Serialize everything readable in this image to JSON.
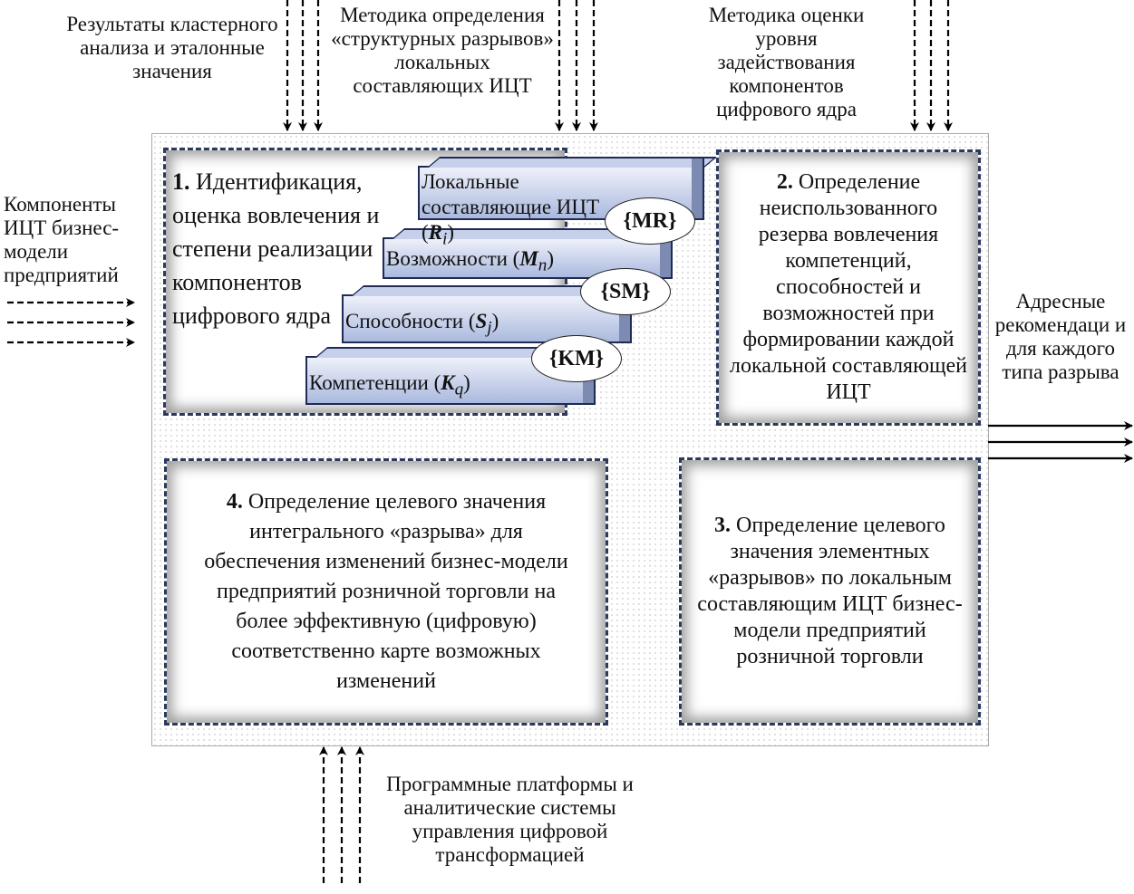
{
  "inputs_top": [
    "Результаты кластерного анализа и эталонные значения",
    "Методика определения «структурных разрывов» локальных составляющих ИЦТ",
    "Методика оценки уровня задействования компонентов цифрового ядра"
  ],
  "input_left": "Компоненты ИЦТ бизнес-модели предприятий",
  "output_right": "Адресные рекомендаци и для каждого типа разрыва",
  "input_bottom": "Программные платформы и аналитические системы управления цифровой трансформацией",
  "block1": {
    "num": "1.",
    "text": "Идентификация, оценка вовлечения и степени реализации компонентов цифрового ядра"
  },
  "stack": [
    {
      "label": "Локальные составляющие ИЦТ (",
      "sym": "R",
      "sub": "i",
      "close": ")"
    },
    {
      "label": "Возможности (",
      "sym": "M",
      "sub": "n",
      "close": ")"
    },
    {
      "label": "Способности (",
      "sym": "S",
      "sub": "j",
      "close": ")"
    },
    {
      "label": "Компетенции (",
      "sym": "K",
      "sub": "q",
      "close": ")"
    }
  ],
  "sets": [
    "{MR}",
    "{SM}",
    "{KM}"
  ],
  "block2": {
    "num": "2.",
    "text": "Определение неиспользованного резерва вовлечения компетенций, способностей и возможностей при формировании каждой локальной составляющей ИЦТ"
  },
  "block3": {
    "num": "3.",
    "text": "Определение целевого значения элементных «разрывов» по локальным составляющим ИЦТ бизнес-модели предприятий розничной торговли"
  },
  "block4": {
    "num": "4.",
    "text": "Определение целевого значения интегрального «разрыва» для обеспечения изменений бизнес-модели предприятий розничной торговли на более эффективную (цифровую) соответственно карте возможных изменений"
  }
}
